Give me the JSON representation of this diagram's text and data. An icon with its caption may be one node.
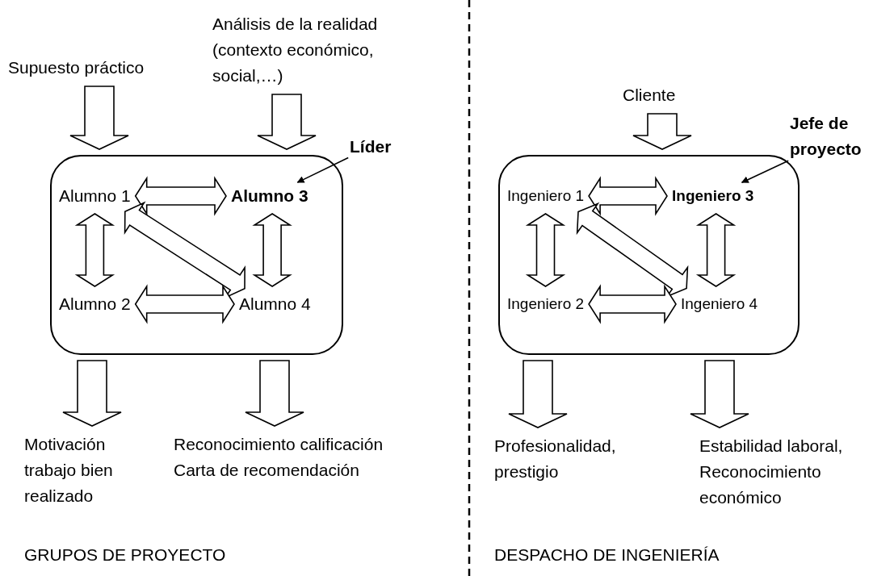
{
  "diagram": {
    "nodes": [
      {
        "text": [
          "Supuesto práctico"
        ]
      },
      {
        "text": [
          "Análisis de la realidad (contexto económico, social,…)"
        ]
      },
      {
        "text": [
          "Líder"
        ]
      },
      {
        "text": [],
        "shape": "box"
      },
      {
        "text": [
          "Alumno 1"
        ],
        "in": 3
      },
      {
        "text": [
          "Alumno 3"
        ],
        "in": 3
      },
      {
        "text": [
          "Alumno 2"
        ],
        "in": 3
      },
      {
        "text": [
          "Alumno 4"
        ],
        "in": 3
      },
      {
        "text": [
          "Motivación trabajo bien realizado"
        ]
      },
      {
        "text": [
          "Reconocimiento calificación",
          "Carta de recomendación"
        ]
      },
      {
        "text": [
          "Cliente"
        ]
      },
      {
        "text": [
          "Jefe de proyecto"
        ]
      },
      {
        "text": [],
        "shape": "box"
      },
      {
        "text": [
          "Ingeniero 1"
        ],
        "in": 12
      },
      {
        "text": [
          "Ingeniero 3"
        ],
        "in": 12
      },
      {
        "text": [
          "Ingeniero 2"
        ],
        "in": 12
      },
      {
        "text": [
          "Ingeniero 4"
        ],
        "in": 12
      },
      {
        "text": [
          "Profesionalidad, prestigio"
        ]
      },
      {
        "text": [
          "Estabilidad laboral, Reconocimiento económico"
        ]
      }
    ],
    "edges": [
      {
        "from": 0,
        "to": 3,
        "arrow": "to",
        "style": "thick"
      },
      {
        "from": 1,
        "to": 3,
        "arrow": "to",
        "style": "thick"
      },
      {
        "from": 2,
        "to": 5,
        "arrow": "to"
      },
      {
        "from": 4,
        "to": 5,
        "arrow": "both",
        "style": "thick"
      },
      {
        "from": 4,
        "to": 6,
        "arrow": "both",
        "style": "thick"
      },
      {
        "from": 5,
        "to": 7,
        "arrow": "both",
        "style": "thick"
      },
      {
        "from": 4,
        "to": 7,
        "arrow": "both",
        "style": "thick"
      },
      {
        "from": 6,
        "to": 7,
        "arrow": "both",
        "style": "thick"
      },
      {
        "from": 3,
        "to": 8,
        "arrow": "to",
        "style": "thick"
      },
      {
        "from": 3,
        "to": 9,
        "arrow": "to",
        "style": "thick"
      },
      {
        "from": 10,
        "to": 12,
        "arrow": "to",
        "style": "thick"
      },
      {
        "from": 11,
        "to": 14,
        "arrow": "to"
      },
      {
        "from": 13,
        "to": 14,
        "arrow": "both",
        "style": "thick"
      },
      {
        "from": 13,
        "to": 15,
        "arrow": "both",
        "style": "thick"
      },
      {
        "from": 14,
        "to": 16,
        "arrow": "both",
        "style": "thick"
      },
      {
        "from": 13,
        "to": 16,
        "arrow": "both",
        "style": "thick"
      },
      {
        "from": 15,
        "to": 16,
        "arrow": "both",
        "style": "thick"
      },
      {
        "from": 12,
        "to": 17,
        "arrow": "to",
        "style": "thick"
      },
      {
        "from": 12,
        "to": 18,
        "arrow": "to",
        "style": "thick"
      }
    ],
    "labels": [
      "GRUPOS DE PROYECTO",
      "DESPACHO DE INGENIERÍA"
    ]
  }
}
